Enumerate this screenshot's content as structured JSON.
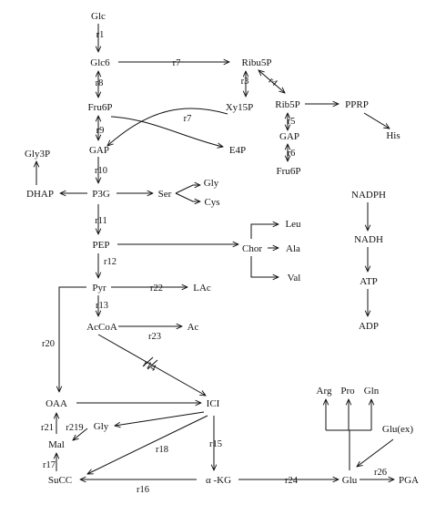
{
  "metabolites": {
    "glc": "Glc",
    "glc6": "Glc6",
    "ribu5p": "Ribu5P",
    "fru6p": "Fru6P",
    "xy15p": "Xy15P",
    "rib5p": "Rib5P",
    "pprp": "PPRP",
    "his": "His",
    "gap": "GAP",
    "e4p": "E4P",
    "gap2": "GAP",
    "fru6p2": "Fru6P",
    "gly3p": "Gly3P",
    "dhap": "DHAP",
    "p3g": "P3G",
    "ser": "Ser",
    "gly": "Gly",
    "cys": "Cys",
    "pep": "PEP",
    "chor": "Chor",
    "leu": "Leu",
    "ala": "Ala",
    "val": "Val",
    "pyr": "Pyr",
    "lac": "LAc",
    "accoa": "AcCoA",
    "ac": "Ac",
    "oaa": "OAA",
    "ici": "ICI",
    "mal": "Mal",
    "gly2": "Gly",
    "succ": "SuCC",
    "akg": "α -KG",
    "glu": "Glu",
    "pga": "PGA",
    "arg": "Arg",
    "pro": "Pro",
    "gln": "Gln",
    "gluex": "Glu(ex)",
    "nadph": "NADPH",
    "nadh": "NADH",
    "atp": "ATP",
    "adp": "ADP"
  },
  "reactions": {
    "r1": "r1",
    "r3": "r3",
    "r5": "r5",
    "r6": "r6",
    "r7a": "r7",
    "r7b": "r7",
    "r8": "r8",
    "r9": "r9",
    "r10": "r10",
    "r11": "r11",
    "r12": "r12",
    "r13": "r13",
    "r15": "r15",
    "r16": "r16",
    "r17": "r17",
    "r18": "r18",
    "r20": "r20",
    "r21": "r21",
    "r219": "r219",
    "r22": "r22",
    "r23": "r23",
    "r24": "r24",
    "r26": "r26",
    "r4": "r4",
    "r14": "r14"
  }
}
